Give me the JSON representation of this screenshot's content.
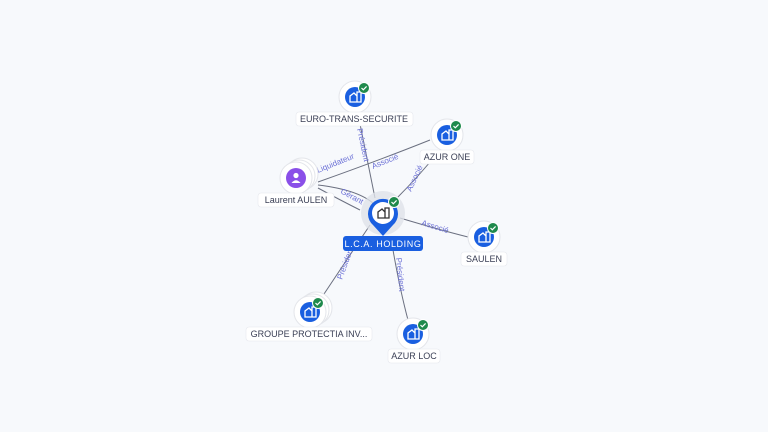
{
  "colors": {
    "company": "#1a5fe0",
    "person": "#8a4fe8",
    "check": "#1f8a4c",
    "edge_label": "#6a6fd6"
  },
  "center": {
    "label": "L.C.A. HOLDING",
    "icon": "building-icon",
    "verified": true
  },
  "nodes": [
    {
      "label": "EURO-TRANS-SECURITE",
      "icon": "building-icon",
      "verified": true
    },
    {
      "label": "AZUR ONE",
      "icon": "building-icon",
      "verified": true
    },
    {
      "label": "Laurent AULEN",
      "icon": "person-icon",
      "verified": false
    },
    {
      "label": "SAULEN",
      "icon": "building-icon",
      "verified": true
    },
    {
      "label": "GROUPE PROTECTIA INV...",
      "icon": "building-icon",
      "verified": true
    },
    {
      "label": "AZUR LOC",
      "icon": "building-icon",
      "verified": true
    }
  ],
  "edges": [
    {
      "label": "Président"
    },
    {
      "label": "Liquidateur"
    },
    {
      "label": "Associé"
    },
    {
      "label": "Gérant"
    },
    {
      "label": "Associé"
    },
    {
      "label": "Associé"
    },
    {
      "label": "Président"
    },
    {
      "label": "Président"
    }
  ]
}
